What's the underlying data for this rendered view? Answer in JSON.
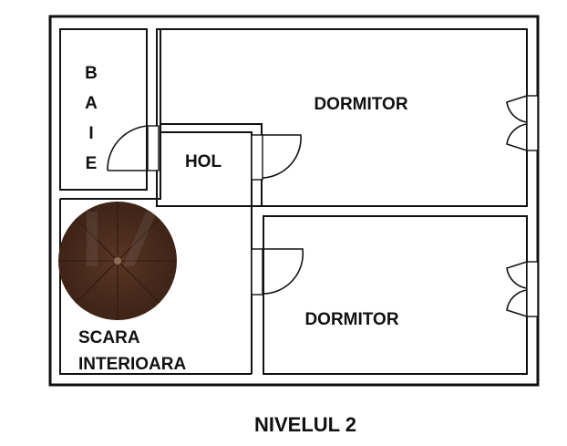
{
  "floor_title": "NIVELUL 2",
  "rooms": {
    "baie": [
      "B",
      "A",
      "I",
      "E"
    ],
    "hol": "HOL",
    "dormitor_top": "DORMITOR",
    "dormitor_bottom": "DORMITOR",
    "scara_line1": "SCARA",
    "scara_line2": "INTERIOARA"
  },
  "colors": {
    "walls": "#111111",
    "background": "#ffffff",
    "staircase": "#4a2c1d"
  },
  "icons": {
    "staircase": "spiral-staircase-icon",
    "watermark": "logo-watermark"
  }
}
